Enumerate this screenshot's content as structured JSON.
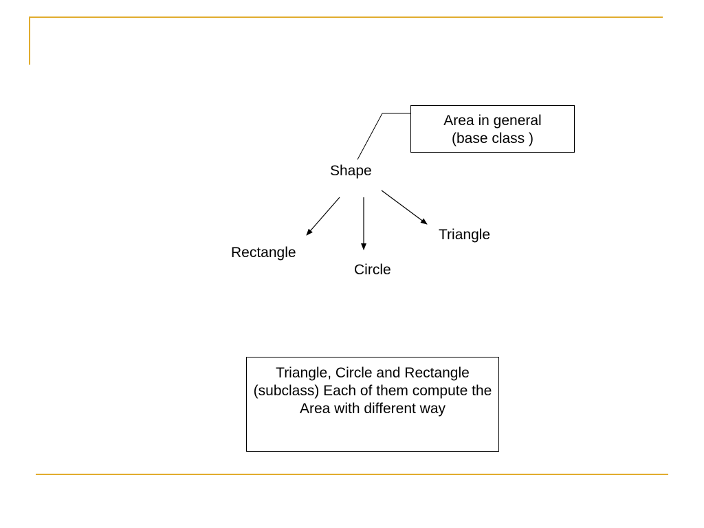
{
  "colors": {
    "accent": "#E1AC2E",
    "line": "#000000"
  },
  "diagram": {
    "root": {
      "label": "Shape"
    },
    "children": [
      {
        "label": "Rectangle"
      },
      {
        "label": "Circle"
      },
      {
        "label": "Triangle"
      }
    ],
    "callout": {
      "line1": "Area in general",
      "line2": "(base class )"
    },
    "note": {
      "text": "Triangle, Circle and Rectangle (subclass) Each of them compute the Area with different way"
    }
  }
}
